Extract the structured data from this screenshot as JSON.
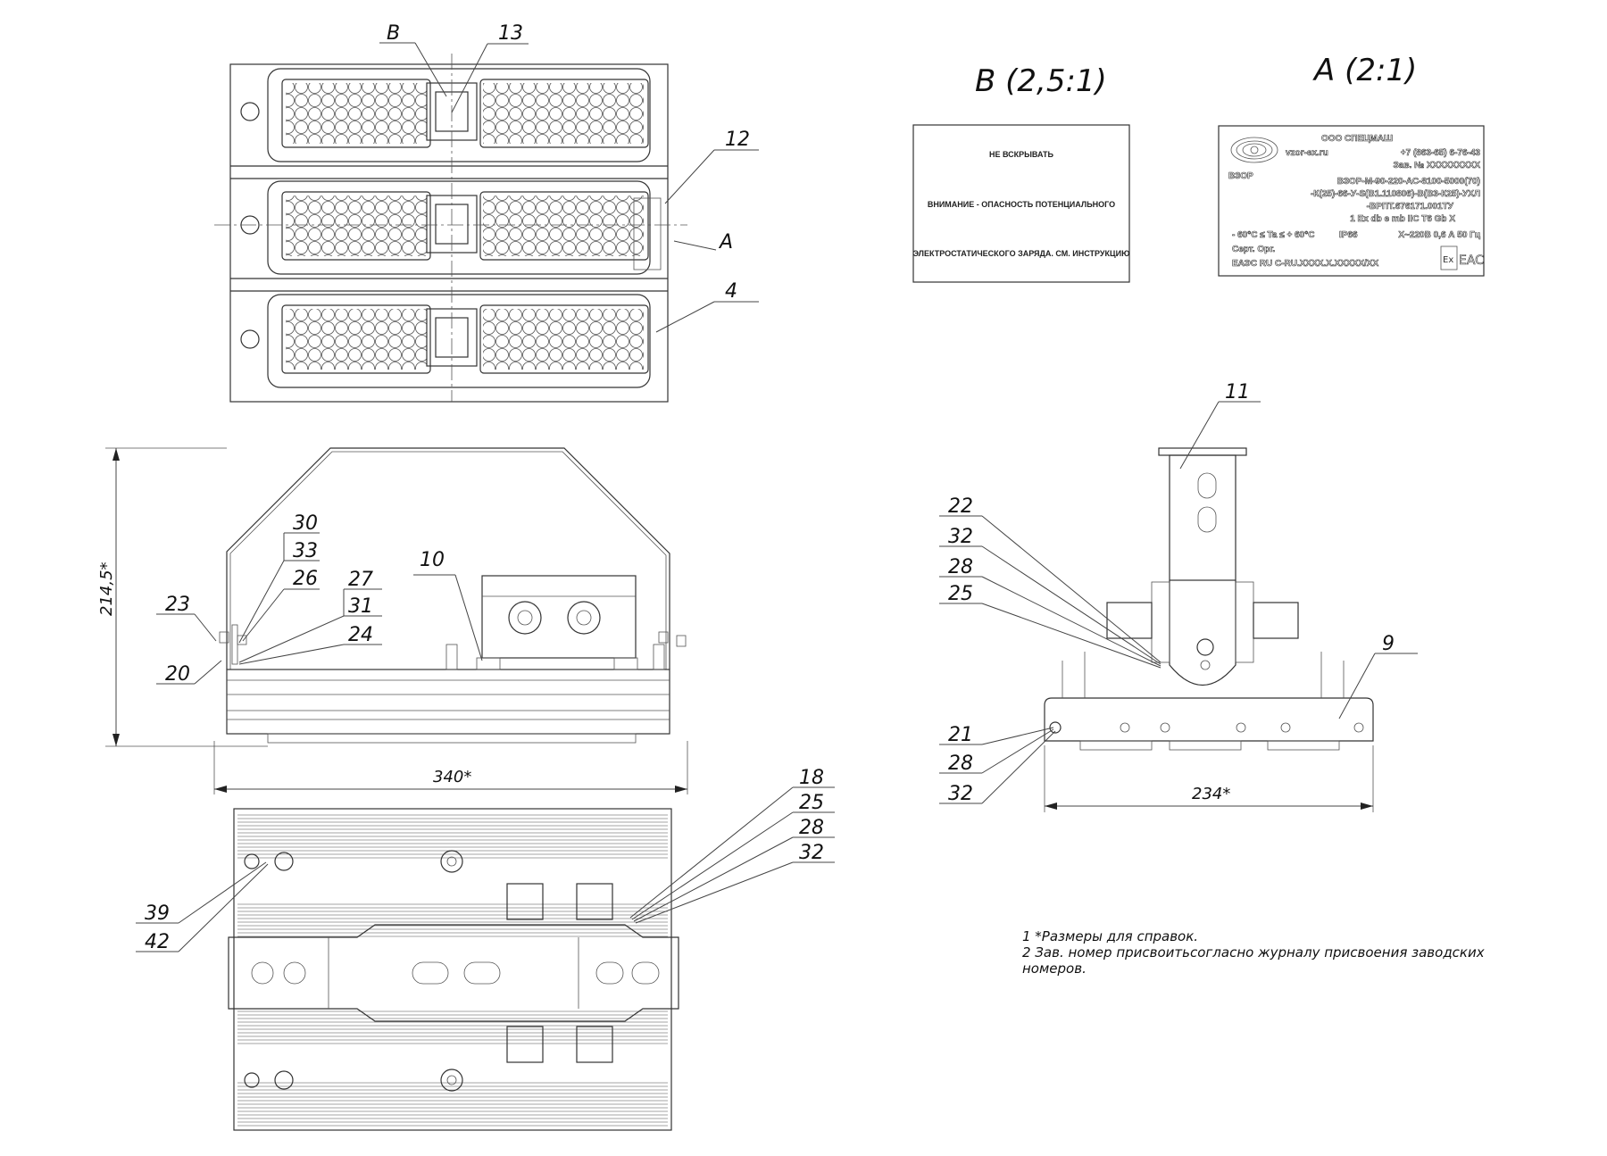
{
  "views": {
    "top_view": {
      "callouts": [
        "B",
        "13",
        "12",
        "A",
        "4"
      ]
    },
    "side_view": {
      "callouts": [
        "30",
        "33",
        "26",
        "27",
        "31",
        "24",
        "23",
        "20",
        "10"
      ],
      "dimensions": {
        "height": "214,5*",
        "width": "340*"
      }
    },
    "bottom_view": {
      "callouts": [
        "18",
        "25",
        "28",
        "32",
        "39",
        "42"
      ]
    },
    "end_view": {
      "callouts": [
        "11",
        "22",
        "32",
        "28",
        "25",
        "9",
        "21",
        "28",
        "32"
      ],
      "dimensions": {
        "width": "234*"
      }
    }
  },
  "detail_b": {
    "title": "B (2,5:1)",
    "lines": [
      "НЕ ВСКРЫВАТЬ",
      "ВНИМАНИЕ - ОПАСНОСТЬ ПОТЕНЦИАЛЬНОГО",
      "ЭЛЕКТРОСТАТИЧЕСКОГО ЗАРЯДА. СМ. ИНСТРУКЦИЮ"
    ]
  },
  "detail_a": {
    "title": "A (2:1)",
    "brand": "ВЗОР",
    "company": "ООО СПЕЦМАШ",
    "website": "vzor-ex.ru",
    "phone": "+7 (863-65) 6-76-43",
    "serial": "Зав. № XXXXXXXXX",
    "model_lines": [
      "ВЗОР-М-90-220-АС-8100-5000(70)",
      "-К(25)-66-У-S(В1.110806)-В(В3-К25)-УХЛ",
      "-ВРПТ.676171.001ТУ"
    ],
    "ex_marking": "1 Ex db e mb IIC T6 Gb X",
    "temp_range": "- 60°C ≤ Ta ≤ + 60°C",
    "ip": "IP66",
    "power": "Х~220В 0,6 А 50 Гц",
    "cert_label": "Серт. Орг.",
    "cert_number": "ЕАЭС RU C-RU.XXXX.X.XXXXX/XX",
    "marks": [
      "Ex",
      "EAC"
    ]
  },
  "notes": [
    "1  *Размеры для справок.",
    "2  Зав.  номер  присвоитьсогласно  журналу  присвоения  заводских номеров."
  ]
}
